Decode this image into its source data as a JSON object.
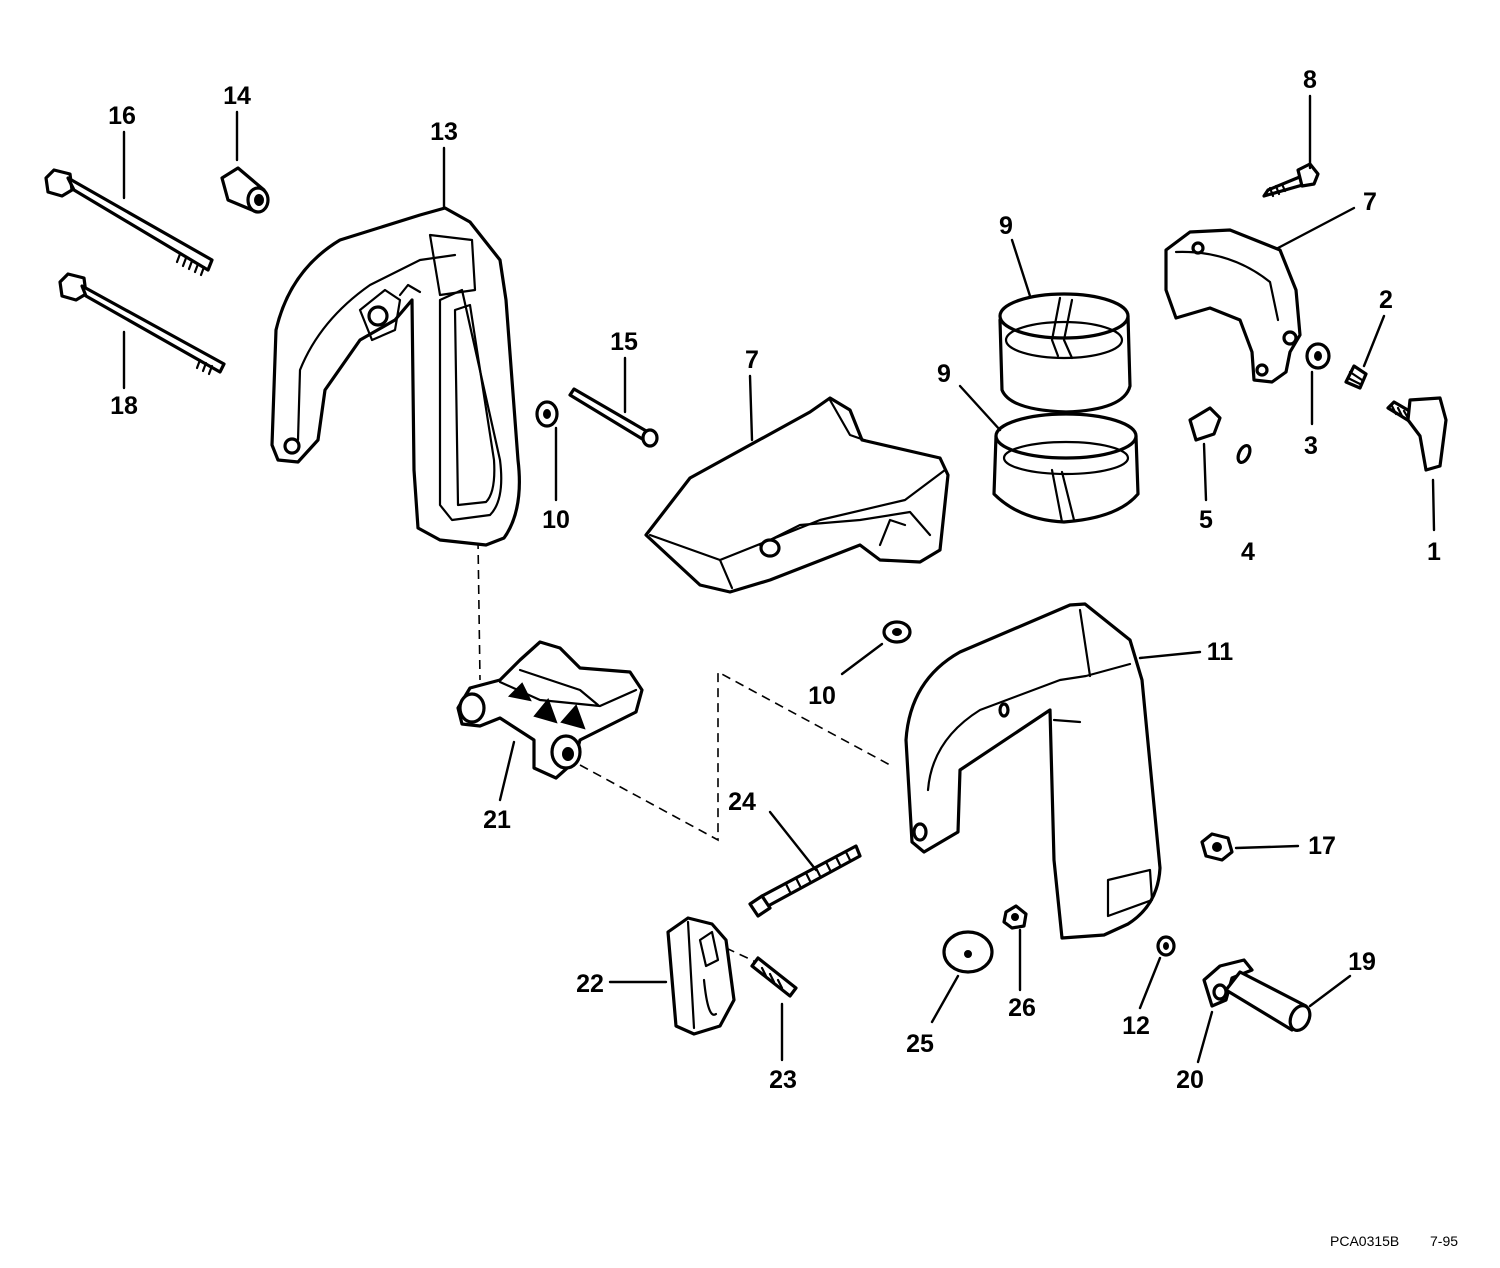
{
  "callouts": {
    "c1": "1",
    "c2": "2",
    "c3": "3",
    "c4": "4",
    "c5": "5",
    "c7a": "7",
    "c7b": "7",
    "c8": "8",
    "c9a": "9",
    "c9b": "9",
    "c10a": "10",
    "c10b": "10",
    "c11": "11",
    "c12": "12",
    "c13": "13",
    "c14": "14",
    "c15": "15",
    "c16": "16",
    "c17": "17",
    "c18": "18",
    "c19": "19",
    "c20": "20",
    "c21": "21",
    "c22": "22",
    "c23": "23",
    "c24": "24",
    "c25": "25",
    "c26": "26"
  },
  "footer": {
    "drawing_code": "PCA0315B",
    "date": "7-95"
  }
}
